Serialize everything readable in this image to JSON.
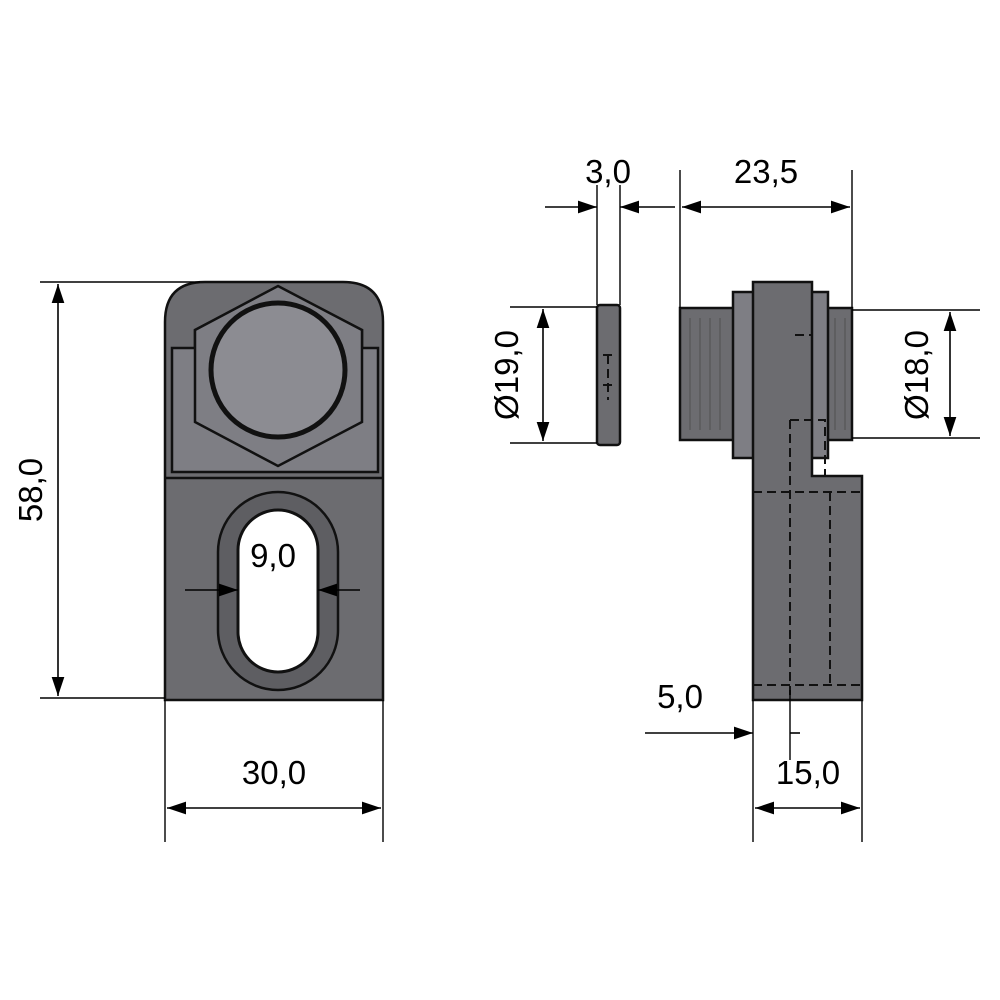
{
  "dimensions": {
    "height": "58,0",
    "width": "30,0",
    "slot_width": "9,0",
    "washer_thickness": "3,0",
    "body_length": "23,5",
    "washer_diameter": "Ø19,0",
    "thread_diameter": "Ø18,0",
    "plate_thickness": "5,0",
    "plate_width": "15,0"
  },
  "colors": {
    "body": "#6c6c70",
    "face": "#7e7e84",
    "circle": "#8c8c92",
    "line": "#000000"
  }
}
